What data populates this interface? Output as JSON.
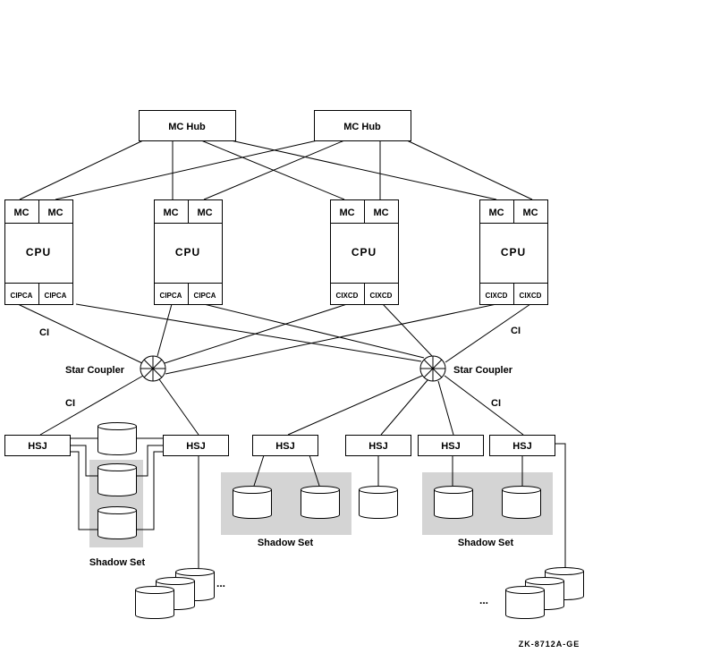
{
  "hubs": [
    "MC Hub",
    "MC Hub"
  ],
  "cpu": {
    "mc_label": "MC",
    "cpu_label": "CPU",
    "adapters": [
      "CIPCA",
      "CIPCA",
      "CIXCD",
      "CIXCD"
    ]
  },
  "ci_label": "CI",
  "star_coupler_label": "Star Coupler",
  "hsj_label": "HSJ",
  "shadow_set_label": "Shadow Set",
  "ellipsis": "...",
  "caption": "ZK-8712A-GE"
}
